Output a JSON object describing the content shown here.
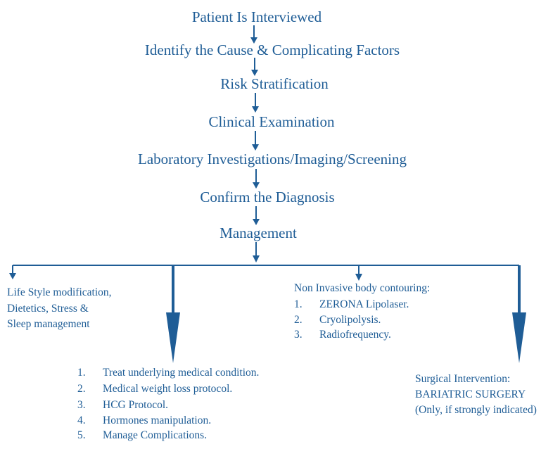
{
  "colors": {
    "primary": "#1f5d96",
    "background": "#ffffff"
  },
  "steps": [
    "Patient Is Interviewed",
    "Identify the Cause & Complicating Factors",
    "Risk Stratification",
    "Clinical Examination",
    "Laboratory Investigations/Imaging/Screening",
    "Confirm the Diagnosis",
    "Management"
  ],
  "branches": {
    "lifestyle": {
      "lines": [
        "Life Style modification,",
        "Dietetics, Stress &",
        "Sleep management"
      ]
    },
    "medical": {
      "items": [
        {
          "num": "1.",
          "text": "Treat underlying medical condition."
        },
        {
          "num": "2.",
          "text": "Medical weight loss protocol."
        },
        {
          "num": "3.",
          "text": "HCG Protocol."
        },
        {
          "num": "4.",
          "text": "Hormones manipulation."
        },
        {
          "num": "5.",
          "text": "Manage Complications."
        }
      ]
    },
    "noninvasive": {
      "title": "Non Invasive body contouring:",
      "items": [
        {
          "num": "1.",
          "text": "ZERONA Lipolaser."
        },
        {
          "num": "2.",
          "text": "Cryolipolysis."
        },
        {
          "num": "3.",
          "text": "Radiofrequency."
        }
      ]
    },
    "surgical": {
      "lines": [
        "Surgical Intervention:",
        "BARIATRIC SURGERY",
        "(Only, if strongly indicated)"
      ]
    }
  }
}
